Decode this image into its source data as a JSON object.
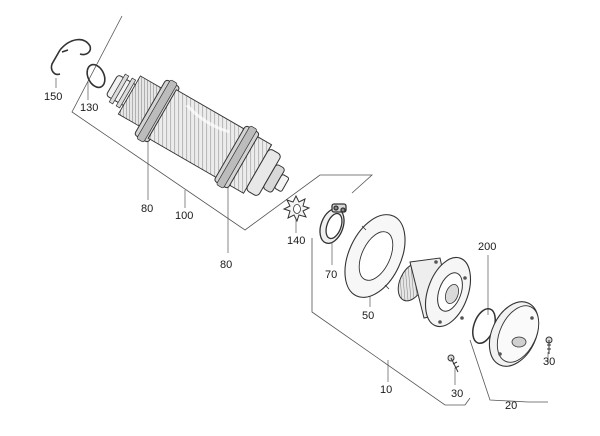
{
  "diagram": {
    "labels": {
      "clip": "150",
      "oring_small": "130",
      "clamp_left": "80",
      "clamp_right": "80",
      "hose": "100",
      "star_washer": "140",
      "ring_clip": "70",
      "gasket": "50",
      "housing": "10",
      "screw_bottom": "30",
      "screw_right": "30",
      "oring_large": "200",
      "cover": "20"
    }
  }
}
